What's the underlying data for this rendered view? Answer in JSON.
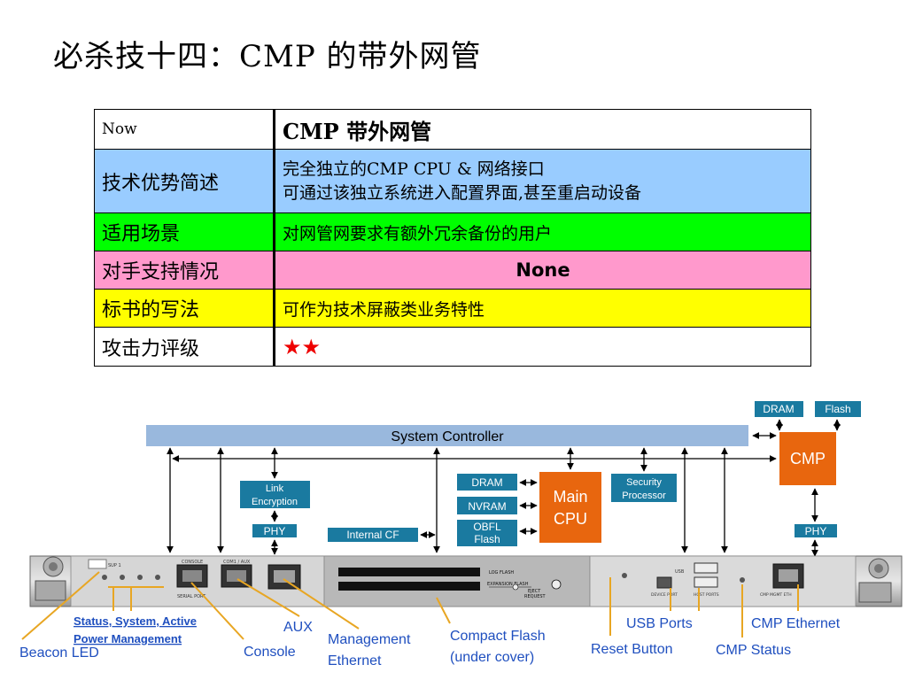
{
  "title": "必杀技十四：CMP 的带外网管",
  "table": {
    "rows": [
      {
        "label": "Now",
        "value": "CMP 带外网管"
      },
      {
        "label": "技术优势简述",
        "value_lines": [
          "完全独立的CMP CPU & 网络接口",
          "可通过该独立系统进入配置界面,甚至重启动设备"
        ]
      },
      {
        "label": "适用场景",
        "value": "对网管网要求有额外冗余备份的用户"
      },
      {
        "label": "对手支持情况",
        "value": "None"
      },
      {
        "label": "标书的写法",
        "value": "可作为技术屏蔽类业务特性"
      },
      {
        "label": "攻击力评级",
        "value": "★★"
      }
    ],
    "colors": {
      "row1": "#99ccff",
      "row2": "#00ff00",
      "row3": "#ff99cc",
      "row4": "#ffff00",
      "stars": "#ee0000"
    }
  },
  "diagram": {
    "system_controller": "System Controller",
    "cmp": "CMP",
    "dram_top": "DRAM",
    "flash_top": "Flash",
    "link_encryption_lines": [
      "Link",
      "Encryption"
    ],
    "phy_left": "PHY",
    "phy_right": "PHY",
    "internal_cf": "Internal CF",
    "dram": "DRAM",
    "nvram": "NVRAM",
    "obfl_lines": [
      "OBFL",
      "Flash"
    ],
    "main_cpu_lines": [
      "Main",
      "CPU"
    ],
    "security_lines": [
      "Security",
      "Processor"
    ],
    "colors": {
      "controller": "#99b8dd",
      "teal": "#1a7aa0",
      "orange": "#e8660e"
    }
  },
  "panel": {
    "slot_label": "SUP 1",
    "silk": {
      "console": "CONSOLE",
      "com_aux": "COM1 / AUX",
      "serial_port": "SERIAL PORT",
      "log_flash": "LOG FLASH",
      "expansion_flash": "EXPANSION FLASH",
      "eject_lines": [
        "EJECT",
        "REQUEST"
      ],
      "usb": "USB",
      "device_port": "DEVICE PORT",
      "host_ports": "HOST PORTS",
      "cmp_mgmt": "CMP MGMT ETH"
    }
  },
  "callouts": {
    "status_lines": [
      "Status, System, Active",
      "Power Management"
    ],
    "beacon_led": "Beacon LED",
    "aux": "AUX",
    "console": "Console",
    "management_lines": [
      "Management",
      "Ethernet"
    ],
    "compact_flash_lines": [
      "Compact Flash",
      "(under cover)"
    ],
    "reset_button": "Reset Button",
    "usb_ports": "USB Ports",
    "cmp_ethernet": "CMP Ethernet",
    "cmp_status": "CMP Status",
    "text_color": "#1f4fbf",
    "line_color": "#e8a623"
  }
}
